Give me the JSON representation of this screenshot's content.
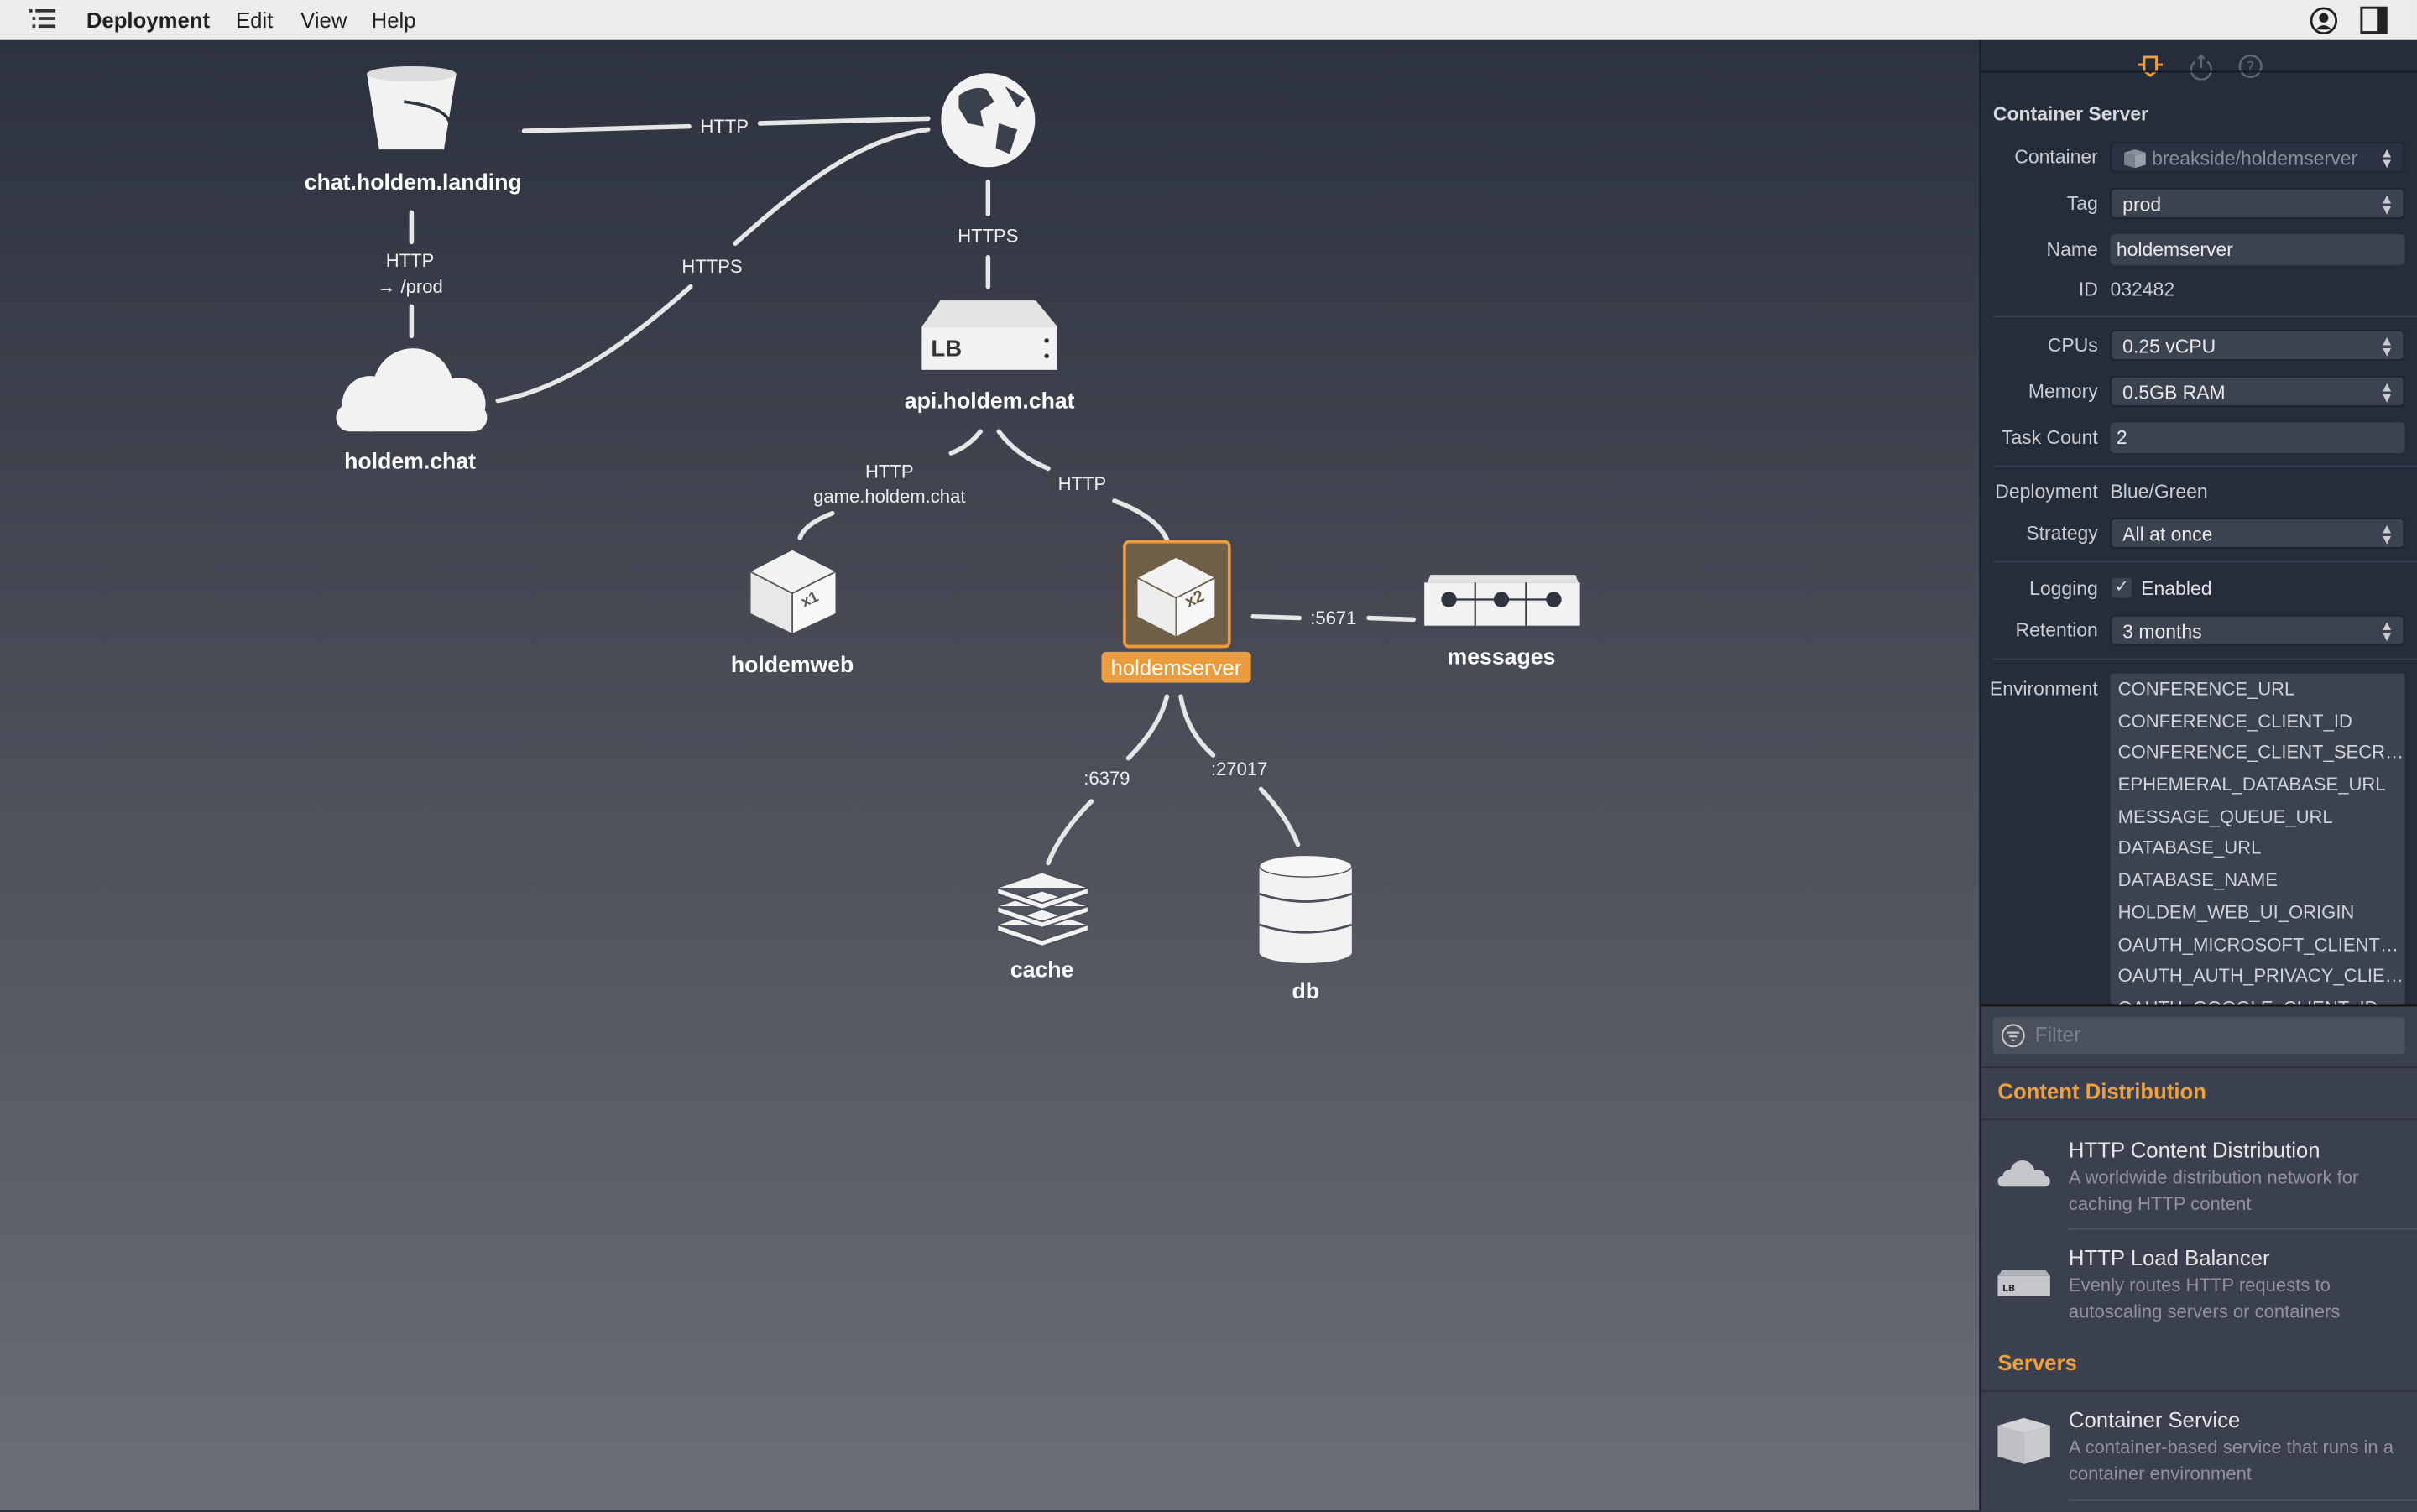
{
  "menubar": {
    "app": "Deployment",
    "items": [
      "Edit",
      "View",
      "Help"
    ]
  },
  "canvas": {
    "nodes": {
      "landing": "chat.holdem.landing",
      "cdn": "holdem.chat",
      "lb": "api.holdem.chat",
      "lb_badge": "LB",
      "web": "holdemweb",
      "web_badge": "x1",
      "server": "holdemserver",
      "server_badge": "x2",
      "messages": "messages",
      "cache": "cache",
      "db": "db"
    },
    "edges": {
      "landing_globe": "HTTP",
      "landing_cdn_1": "HTTP",
      "landing_cdn_2": "→ /prod",
      "cdn_globe": "HTTPS",
      "globe_lb": "HTTPS",
      "lb_web_1": "HTTP",
      "lb_web_2": "game.holdem.chat",
      "lb_server": "HTTP",
      "server_messages": ":5671",
      "server_cache": ":6379",
      "server_db": ":27017"
    },
    "selected_color": "#ec9c3c"
  },
  "panel": {
    "tabs": [
      "properties-icon",
      "deploy-icon",
      "help-icon"
    ],
    "title": "Container Server",
    "fields": {
      "container_label": "Container",
      "container_value": "breakside/holdemserver",
      "tag_label": "Tag",
      "tag_value": "prod",
      "name_label": "Name",
      "name_value": "holdemserver",
      "id_label": "ID",
      "id_value": "032482",
      "cpus_label": "CPUs",
      "cpus_value": "0.25 vCPU",
      "memory_label": "Memory",
      "memory_value": "0.5GB RAM",
      "taskcount_label": "Task Count",
      "taskcount_value": "2",
      "deployment_label": "Deployment",
      "deployment_value": "Blue/Green",
      "strategy_label": "Strategy",
      "strategy_value": "All at once",
      "logging_label": "Logging",
      "logging_value": "Enabled",
      "logging_checked": true,
      "retention_label": "Retention",
      "retention_value": "3 months",
      "environment_label": "Environment"
    },
    "environment": [
      "CONFERENCE_URL",
      "CONFERENCE_CLIENT_ID",
      "CONFERENCE_CLIENT_SECRET",
      "EPHEMERAL_DATABASE_URL",
      "MESSAGE_QUEUE_URL",
      "DATABASE_URL",
      "DATABASE_NAME",
      "HOLDEM_WEB_UI_ORIGIN",
      "OAUTH_MICROSOFT_CLIENT_ID",
      "OAUTH_AUTH_PRIVACY_CLIENT_ID",
      "OAUTH_GOOGLE_CLIENT_ID"
    ],
    "filter_placeholder": "Filter",
    "library": {
      "sections": [
        "Content Distribution",
        "Servers"
      ],
      "items": [
        {
          "title": "HTTP Content Distribution",
          "desc": "A worldwide distribution network for caching HTTP content"
        },
        {
          "title": "HTTP Load Balancer",
          "desc": "Evenly routes HTTP requests to autoscaling servers or containers"
        },
        {
          "title": "Container Service",
          "desc": "A container-based service that runs in a container environment"
        }
      ]
    }
  }
}
